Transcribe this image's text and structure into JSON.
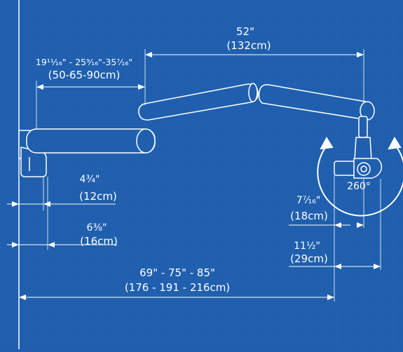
{
  "colors": {
    "background": "#1f5fae",
    "grid": "#3a78c4",
    "line": "#ffffff",
    "fixture_fill": "#1f5fae"
  },
  "dimensions": {
    "reach_in": "52\"",
    "reach_cm": "(132cm)",
    "inner_arm_in": "19¹¹⁄₁₆\" - 25⁹⁄₁₆\"-35⁷⁄₁₆\"",
    "inner_arm_cm": "(50-65-90cm)",
    "bracket_in": "4¾\"",
    "bracket_cm": "(12cm)",
    "base_in": "6⅜\"",
    "base_cm": "(16cm)",
    "rotation": "260°",
    "head_offset_in": "7⁷⁄₁₆\"",
    "head_offset_cm": "(18cm)",
    "head_width_in": "11½\"",
    "head_width_cm": "(29cm)",
    "total_in": "69\" - 75\" - 85\"",
    "total_cm": "(176 - 191 - 216cm)"
  }
}
